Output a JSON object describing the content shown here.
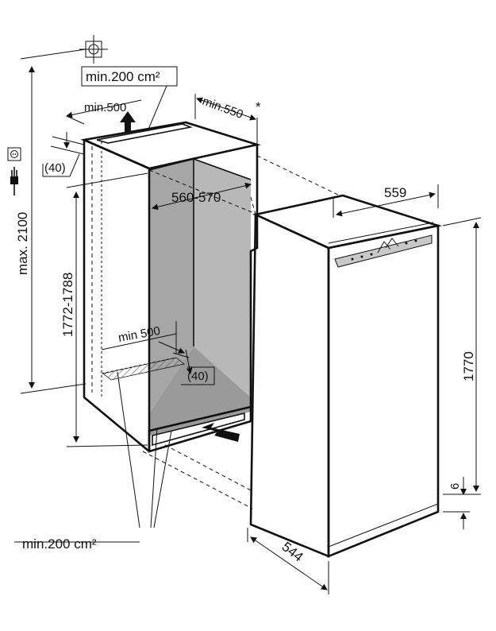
{
  "labels": {
    "max_height": "max. 2100",
    "vent_top": "min.200 cm²",
    "depth_top": "min.500",
    "width_niche": "min.550",
    "asterisk": "*",
    "offset_top": "(40)",
    "inner_width": "560-570",
    "niche_height": "1772-1788",
    "depth_bottom": "min 500",
    "offset_bottom": "(40)",
    "vent_bottom": "min.200 cm²",
    "appliance_width": "559",
    "appliance_height": "1770",
    "base_gap": "6",
    "appliance_depth": "544"
  },
  "colors": {
    "line": "#111111",
    "niche_inner": "#9a9a9a",
    "niche_inner_light": "#b4b4b4",
    "panel": "#c8c8c8"
  }
}
